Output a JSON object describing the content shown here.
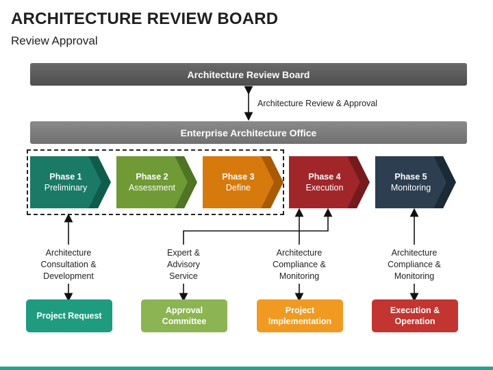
{
  "title": "ARCHITECTURE REVIEW BOARD",
  "subtitle": "Review Approval",
  "top_bar": "Architecture Review Board",
  "relation_label": "Architecture Review & Approval",
  "office_bar": "Enterprise Architecture Office",
  "phases": [
    {
      "num": "Phase 1",
      "name": "Preliminary",
      "color": "#1a7a65",
      "shade": "#0f5c4b"
    },
    {
      "num": "Phase 2",
      "name": "Assessment",
      "color": "#6f9a36",
      "shade": "#4f7424"
    },
    {
      "num": "Phase 3",
      "name": "Define",
      "color": "#d77a0e",
      "shade": "#a85a05"
    },
    {
      "num": "Phase 4",
      "name": "Execution",
      "color": "#a0262a",
      "shade": "#751a1d"
    },
    {
      "num": "Phase 5",
      "name": "Monitoring",
      "color": "#2c3e50",
      "shade": "#1c2a38"
    }
  ],
  "labels": [
    {
      "line1": "Architecture",
      "line2": "Consultation &",
      "line3": "Development"
    },
    {
      "line1": "Expert &",
      "line2": "Advisory",
      "line3": "Service"
    },
    {
      "line1": "Architecture",
      "line2": "Compliance &",
      "line3": "Monitoring"
    },
    {
      "line1": "Architecture",
      "line2": "Compliance &",
      "line3": "Monitoring"
    }
  ],
  "boxes": [
    {
      "line1": "Project Request",
      "line2": "",
      "color": "#1f9c80"
    },
    {
      "line1": "Approval",
      "line2": "Committee",
      "color": "#8cb452"
    },
    {
      "line1": "Project",
      "line2": "Implementation",
      "color": "#f09a22"
    },
    {
      "line1": "Execution &",
      "line2": "Operation",
      "color": "#c23530"
    }
  ]
}
